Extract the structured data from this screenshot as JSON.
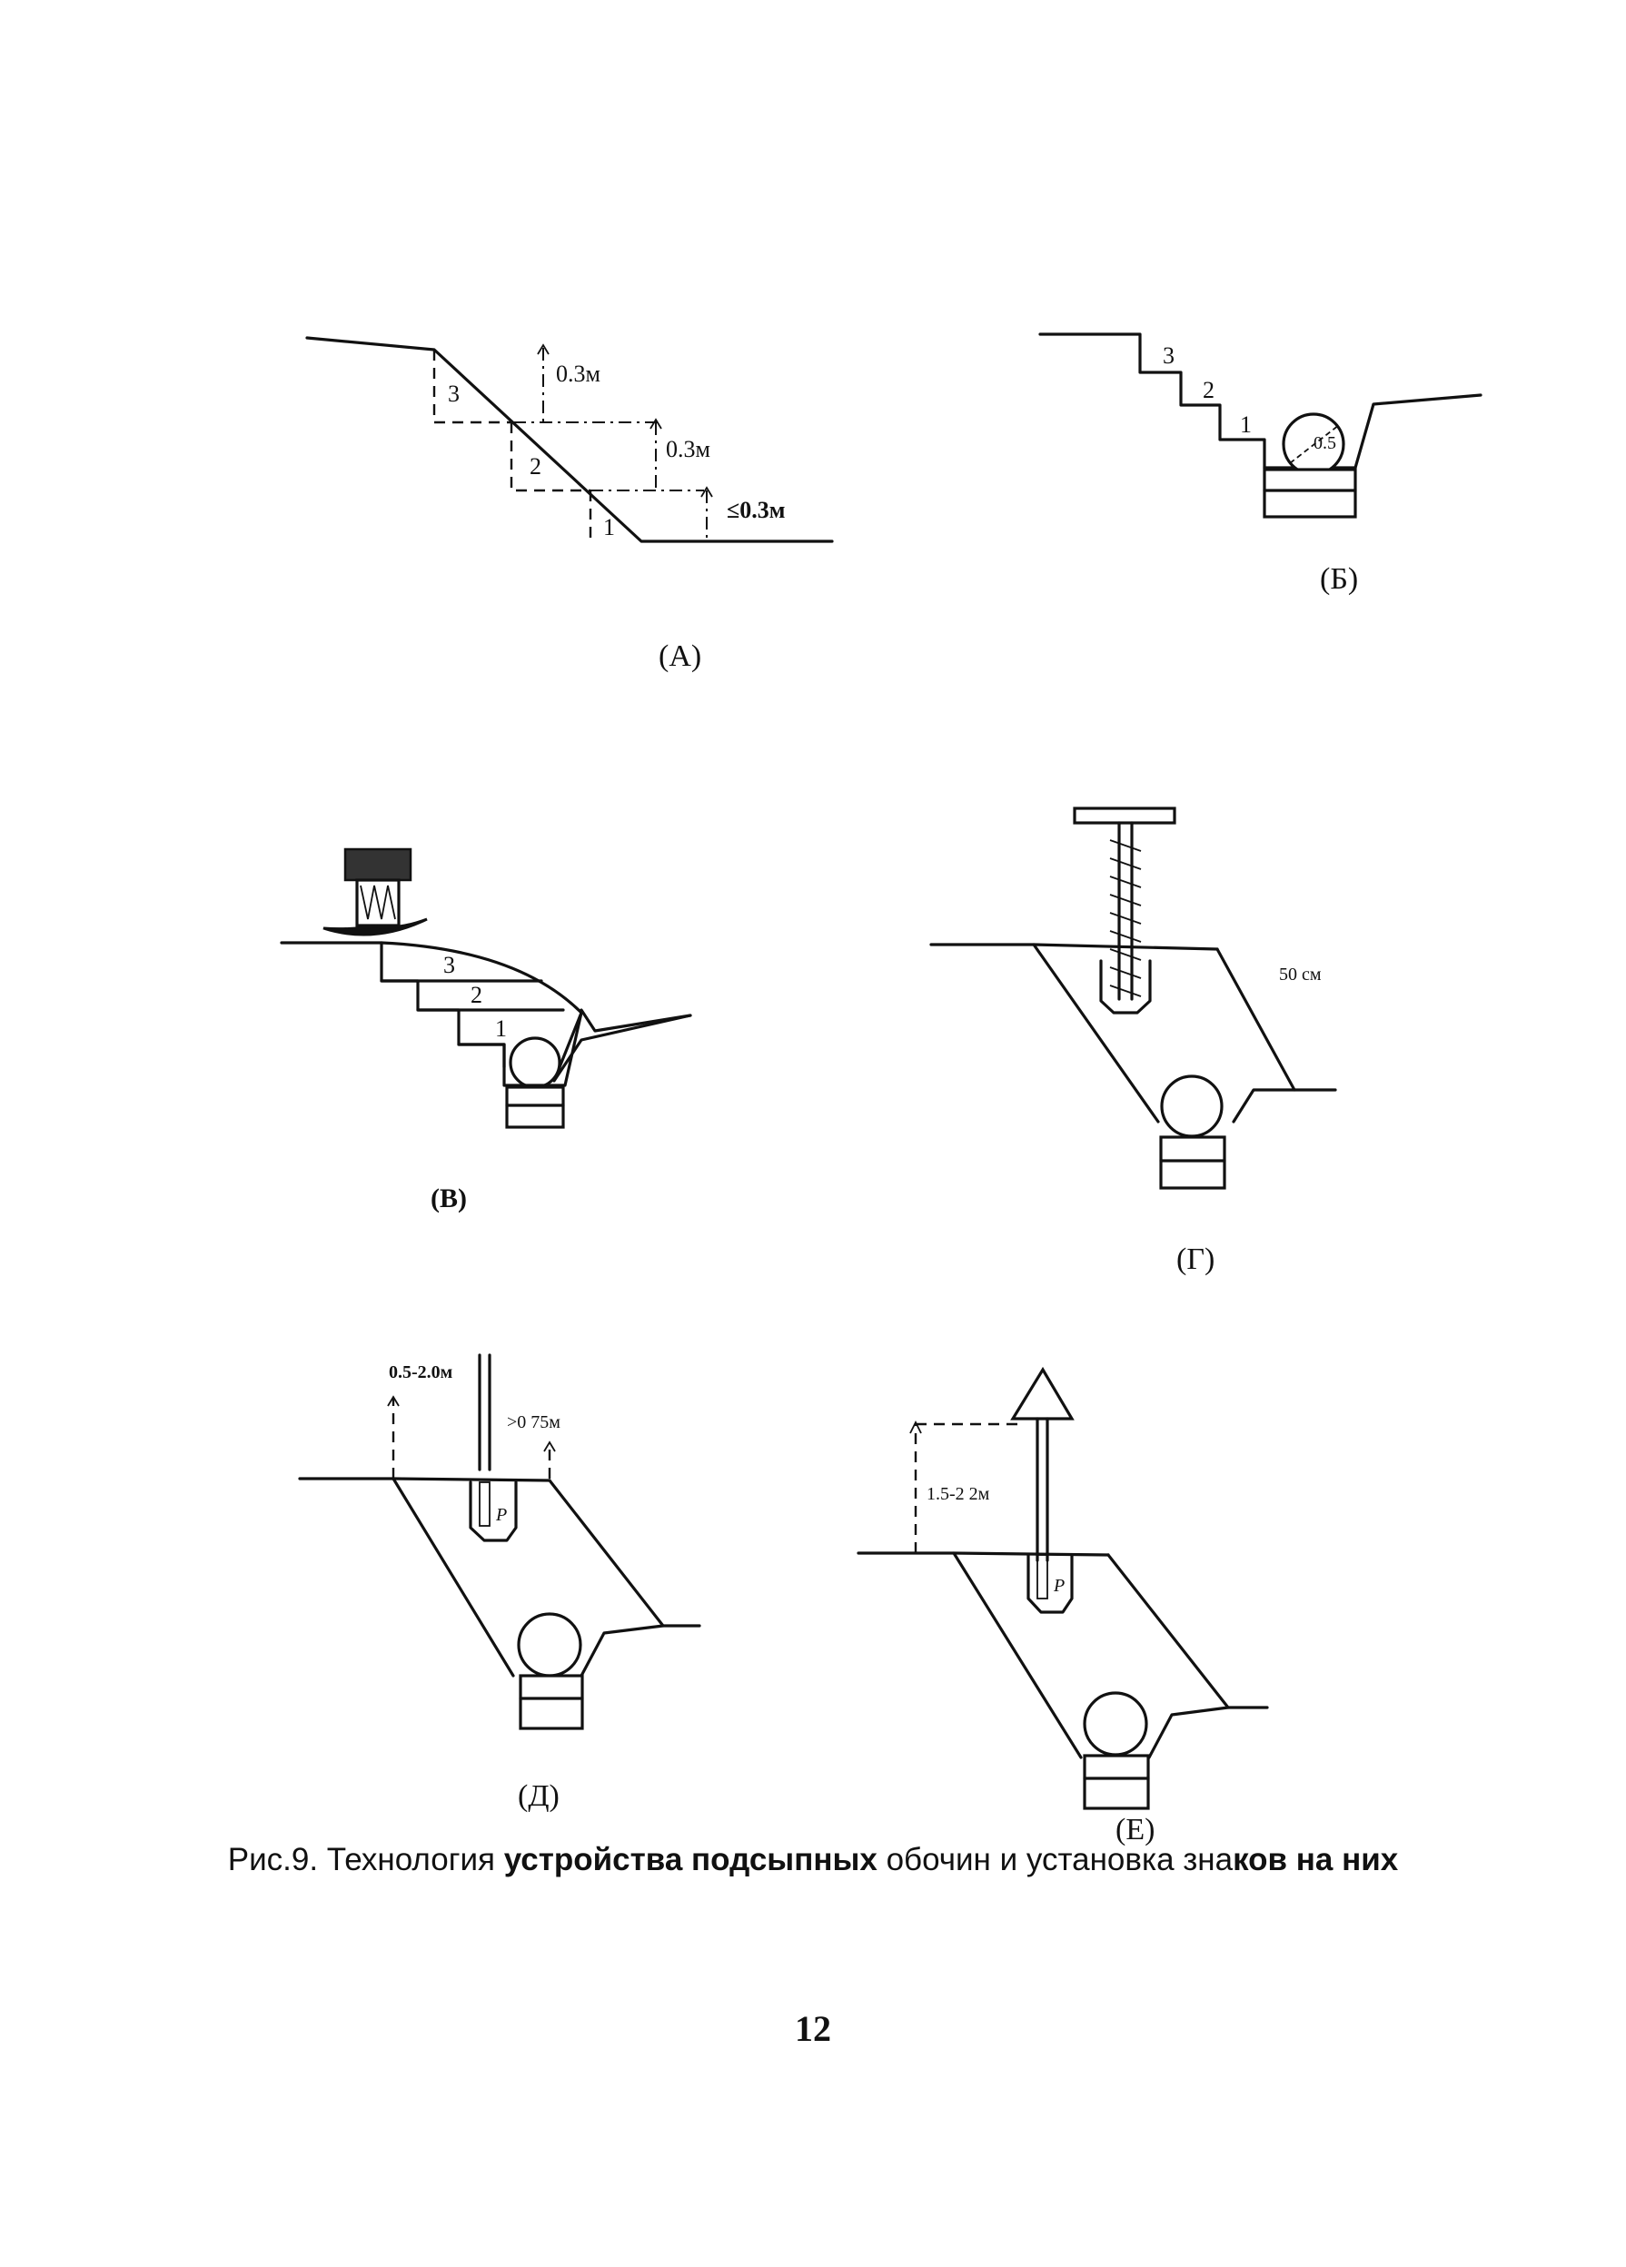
{
  "panels": {
    "a": {
      "label": "(А)",
      "steps": [
        "3",
        "2",
        "1"
      ],
      "dims": [
        "0.3м",
        "0.3м",
        "≤0.3м"
      ]
    },
    "b": {
      "label": "(Б)",
      "steps": [
        "3",
        "2",
        "1"
      ],
      "pipe_dim": "0.5"
    },
    "v": {
      "label": "(В)",
      "steps": [
        "3",
        "2",
        "1"
      ]
    },
    "g": {
      "label": "(Г)",
      "depth": "50 см"
    },
    "d": {
      "label": "(Д)",
      "offset": "0.5-2.0м",
      "depth": ">0 75м",
      "mark": "P"
    },
    "e": {
      "label": "(Е)",
      "height": "1.5-2 2м",
      "mark": "P"
    }
  },
  "caption": {
    "prefix": "Рис.9. Технология ",
    "bold1": "устройства подсыпных",
    "mid": " обочин и установка зна",
    "bold2": "ков на них"
  },
  "page_number": "12"
}
